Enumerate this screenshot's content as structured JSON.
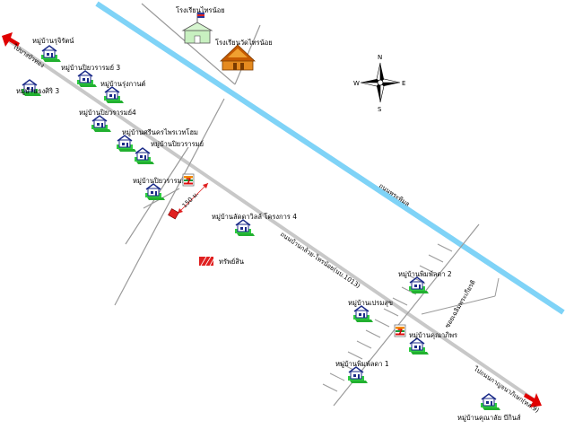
{
  "map": {
    "schools": [
      {
        "id": "s1",
        "label": "โรงเรียนไทรน้อย"
      },
      {
        "id": "s2",
        "label": "โรงเรียนวัดไทรน้อย"
      }
    ],
    "roads": [
      {
        "id": "r1",
        "label": "ถนนพระพิมล"
      },
      {
        "id": "r2",
        "label": "ถนนบ้านกล้วย-ไทรน้อย(นบ.1013)"
      },
      {
        "id": "r3",
        "label": "ซอยเฉลิมพระเกียรติ"
      },
      {
        "id": "r4",
        "label": "ไปบางบัวทอง"
      },
      {
        "id": "r5",
        "label": "ไปถนนกาญจนาภิเษก(ทล.9)"
      }
    ],
    "villages": [
      {
        "id": "v1",
        "label": "หมู่บ้านรุจิรัตน์"
      },
      {
        "id": "v2",
        "label": "หมู่บ้านปิยวรารมย์ 3"
      },
      {
        "id": "v3",
        "label": "หมู่บ้านธงศิริ 3"
      },
      {
        "id": "v4",
        "label": "หมู่บ้านรุ่งกานต์"
      },
      {
        "id": "v5",
        "label": "หมู่บ้านปิยวรารมย์4"
      },
      {
        "id": "v6",
        "label": "หมู่บ้านศรีนครไพรเวทโฮม"
      },
      {
        "id": "v7",
        "label": "หมู่บ้านปิยวรารมย์"
      },
      {
        "id": "v8",
        "label": "หมู่บ้านปิยวรารมย์"
      },
      {
        "id": "v9",
        "label": "หมู่บ้านลัดดาวิลล์ โครงการ 4"
      },
      {
        "id": "v10",
        "label": "หมู่บ้านพิมพ์ลดา 2"
      },
      {
        "id": "v11",
        "label": "หมู่บ้านเปรมสุข"
      },
      {
        "id": "v12",
        "label": "หมู่บ้านคุณาภิพร"
      },
      {
        "id": "v13",
        "label": "หมู่บ้านพิมพ์ลดา 1"
      },
      {
        "id": "v14",
        "label": "หมู่บ้านคุณาลัย บีกินส์"
      }
    ],
    "property_label": "ทรัพย์สิน",
    "distance_label": "150 ม.",
    "compass": {
      "n": "N",
      "s": "S",
      "e": "E",
      "w": "W"
    },
    "store_icon_text": "7",
    "colors": {
      "canal": "#7fd3f7",
      "main_road": "#c8c8c8",
      "property": "#e02020",
      "village_green": "#2ecc40",
      "arrow": "#e00000"
    }
  }
}
